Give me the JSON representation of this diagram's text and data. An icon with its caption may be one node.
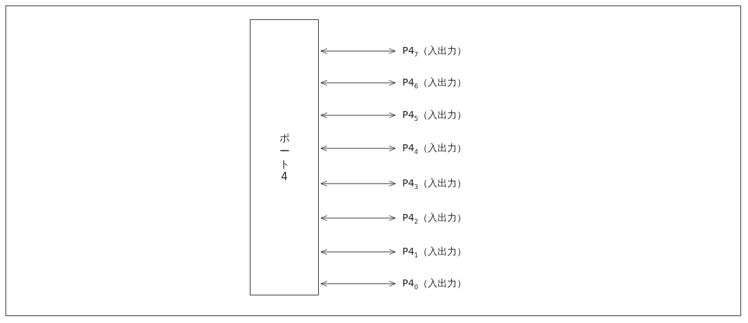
{
  "diagram": {
    "nodes": [
      {
        "text": [
          "ポート4"
        ]
      },
      {
        "text": [
          "P4$_{7}$（入出力）"
        ]
      },
      {
        "text": [
          "P4$_{6}$（入出力）"
        ]
      },
      {
        "text": [
          "P4$_{5}$（入出力）"
        ]
      },
      {
        "text": [
          "P4$_{4}$（入出力）"
        ]
      },
      {
        "text": [
          "P4$_{3}$（入出力）"
        ]
      },
      {
        "text": [
          "P4$_{2}$（入出力）"
        ]
      },
      {
        "text": [
          "P4$_{1}$（入出力）"
        ]
      },
      {
        "text": [
          "P4$_{0}$（入出力）"
        ]
      }
    ],
    "edges": [
      {
        "from": 0,
        "to": 1,
        "arrow": "both"
      },
      {
        "from": 0,
        "to": 2,
        "arrow": "both"
      },
      {
        "from": 0,
        "to": 3,
        "arrow": "both"
      },
      {
        "from": 0,
        "to": 4,
        "arrow": "both"
      },
      {
        "from": 0,
        "to": 5,
        "arrow": "both"
      },
      {
        "from": 0,
        "to": 6,
        "arrow": "both"
      },
      {
        "from": 0,
        "to": 7,
        "arrow": "both"
      },
      {
        "from": 0,
        "to": 8,
        "arrow": "both"
      }
    ]
  }
}
